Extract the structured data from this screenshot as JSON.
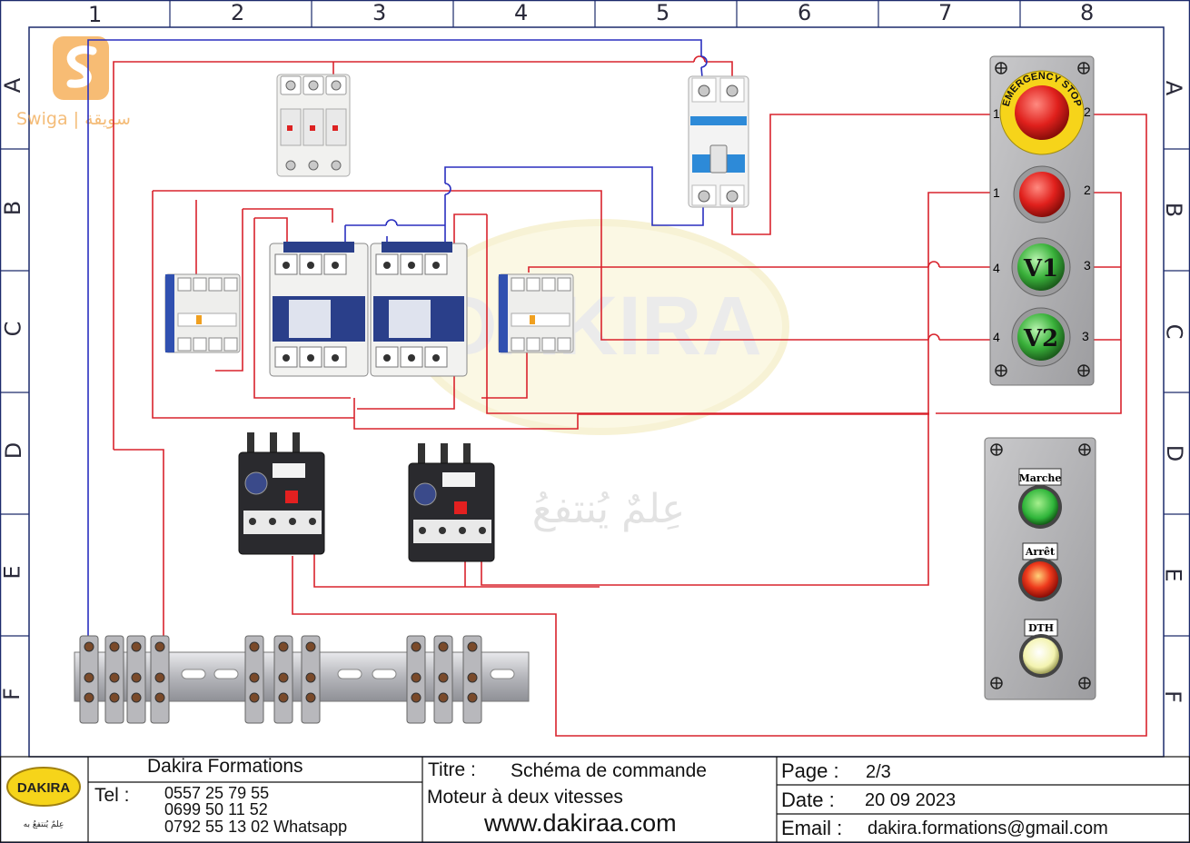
{
  "frame": {
    "columns": [
      "1",
      "2",
      "3",
      "4",
      "5",
      "6",
      "7",
      "8"
    ],
    "rows": [
      "A",
      "B",
      "C",
      "D",
      "E",
      "F"
    ]
  },
  "watermark": {
    "brand": "Swiga | سويقة",
    "center": "DAKIRA",
    "arabic": "عِلمٌ يُنتفعُ"
  },
  "pushbutton_box": {
    "emergency_label": "EMERGENCY STOP",
    "stop_terminals": [
      "1",
      "2"
    ],
    "v1_label": "V1",
    "v2_label": "V2",
    "v_terminals": [
      "4",
      "3"
    ]
  },
  "indicator_box": {
    "lamps": [
      {
        "label": "Marche",
        "color": "#2fb53a"
      },
      {
        "label": "Arrêt",
        "color": "#e23b1e"
      },
      {
        "label": "DTH",
        "color": "#f3f3b0"
      }
    ]
  },
  "title_block": {
    "logo_text": "DAKIRA",
    "logo_sub": "عِلمٌ يُنتفعُ به",
    "company": "Dakira Formations",
    "tel_label": "Tel :",
    "phones": [
      "0557 25 79 55",
      "0699 50 11 52",
      "0792 55 13 02 Whatsapp"
    ],
    "titre_label": "Titre :",
    "titre_value": "Schéma de commande",
    "subtitle": "Moteur à deux vitesses",
    "website": "www.dakiraa.com",
    "page_label": "Page :",
    "page_value": "2/3",
    "date_label": "Date :",
    "date_value": "20 09 2023",
    "email_label": "Email :",
    "email_value": "dakira.formations@gmail.com"
  },
  "colors": {
    "wire_red": "#d9232d",
    "wire_blue": "#2a2fbf",
    "frame": "#1c2a6b"
  }
}
